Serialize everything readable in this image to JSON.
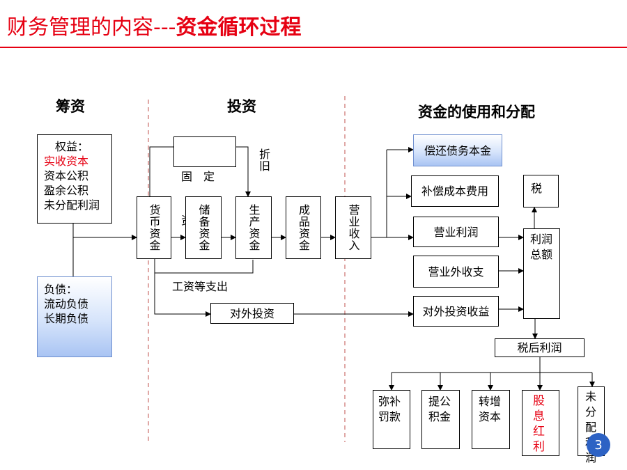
{
  "title": {
    "normal": "财务管理的内容---",
    "bold": "资金循环过程"
  },
  "headers": {
    "financing": "筹资",
    "investing": "投资",
    "usage": "资金的使用和分配"
  },
  "equity": {
    "heading": "权益：",
    "items": [
      "实收资本",
      "资本公积",
      "盈余公积",
      "未分配利润"
    ]
  },
  "liability": {
    "heading": "负债：",
    "items": [
      "流动负债",
      "长期负债"
    ]
  },
  "fixed_assets": {
    "line1": "固　定",
    "line2": "资　产"
  },
  "depreciation": "折旧",
  "flow": [
    "货币资金",
    "储备资金",
    "生产资金",
    "成品资金",
    "营业收入"
  ],
  "wages": "工资等支出",
  "external_investment": "对外投资",
  "uses": {
    "repay_debt": "偿还债务本金",
    "compensate_cost": "补偿成本费用",
    "operating_profit": "营业利润",
    "non_operating": "营业外收支",
    "investment_income": "对外投资收益",
    "tax": "税",
    "total_profit": "利润总额",
    "after_tax": "税后利润"
  },
  "distribution": [
    "弥补罚款",
    "提公积金",
    "转增资本",
    "股息红利",
    "未分配利润"
  ],
  "page_number": "3",
  "colors": {
    "title_red": "#e60012",
    "blue_fill": "#a9c4f3",
    "page_badge": "#2d62c4"
  }
}
